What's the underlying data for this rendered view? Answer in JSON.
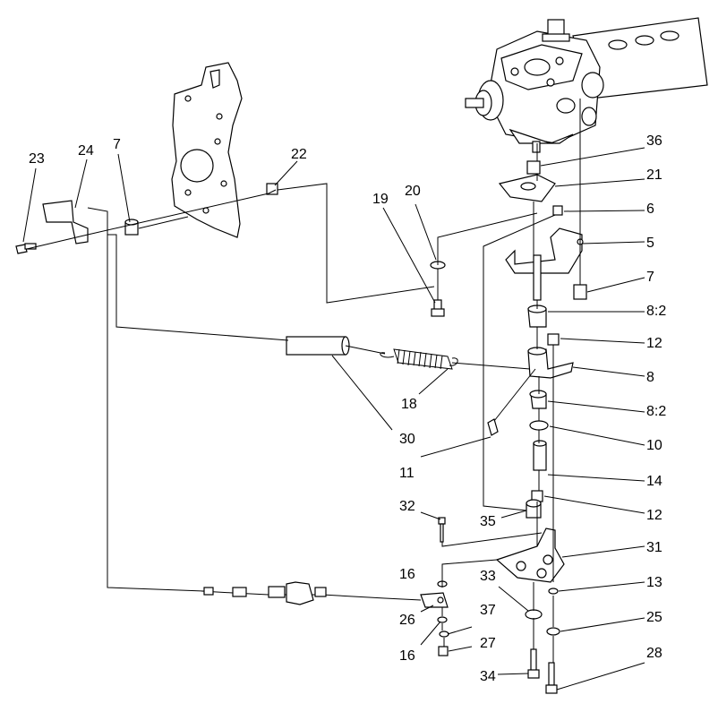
{
  "callouts": {
    "c23": "23",
    "c24": "24",
    "c7a": "7",
    "c22": "22",
    "c19": "19",
    "c20": "20",
    "c36": "36",
    "c21": "21",
    "c6": "6",
    "c5": "5",
    "c7b": "7",
    "c8_2a": "8:2",
    "c12a": "12",
    "c8": "8",
    "c18": "18",
    "c30": "30",
    "c8_2b": "8:2",
    "c10": "10",
    "c11": "11",
    "c14": "14",
    "c32": "32",
    "c35": "35",
    "c12b": "12",
    "c31": "31",
    "c16a": "16",
    "c33": "33",
    "c13": "13",
    "c37": "37",
    "c25": "25",
    "c26": "26",
    "c16b": "16",
    "c27": "27",
    "c28": "28",
    "c34": "34"
  }
}
